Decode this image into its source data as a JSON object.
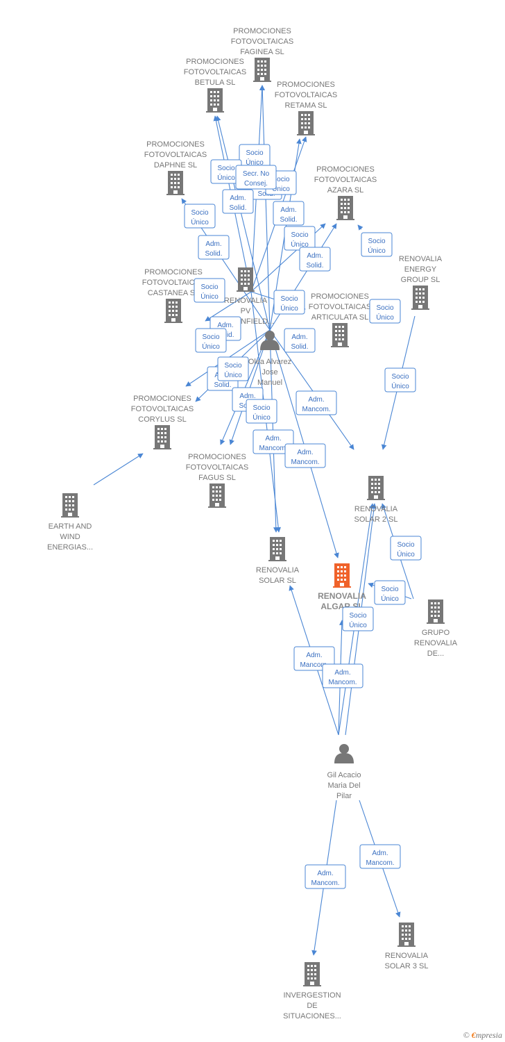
{
  "colors": {
    "edge": "#4a86d4",
    "building": "#777777",
    "building_highlight": "#f0622a",
    "person": "#777777"
  },
  "icons": {
    "company": "building-icon",
    "person": "person-icon"
  },
  "nodes": [
    {
      "id": "faginea",
      "kind": "company",
      "lines": [
        "PROMOCIONES",
        "FOTOVOLTAICAS",
        "FAGINEA SL"
      ]
    },
    {
      "id": "betula",
      "kind": "company",
      "lines": [
        "PROMOCIONES",
        "FOTOVOLTAICAS",
        "BETULA SL"
      ]
    },
    {
      "id": "retama",
      "kind": "company",
      "lines": [
        "PROMOCIONES",
        "FOTOVOLTAICAS",
        "RETAMA SL"
      ]
    },
    {
      "id": "daphne",
      "kind": "company",
      "lines": [
        "PROMOCIONES",
        "FOTOVOLTAICAS",
        "DAPHNE SL"
      ]
    },
    {
      "id": "azara",
      "kind": "company",
      "lines": [
        "PROMOCIONES",
        "FOTOVOLTAICAS",
        "AZARA SL"
      ]
    },
    {
      "id": "pvbrown",
      "kind": "company",
      "lines": [
        "RENOVALIA",
        "PV",
        "BROWNFIELD..."
      ]
    },
    {
      "id": "castanea",
      "kind": "company",
      "lines": [
        "PROMOCIONES",
        "FOTOVOLTAICAS",
        "CASTANEA SL"
      ]
    },
    {
      "id": "articulata",
      "kind": "company",
      "lines": [
        "PROMOCIONES",
        "FOTOVOLTAICAS",
        "ARTICULATA SL"
      ]
    },
    {
      "id": "energy",
      "kind": "company",
      "lines": [
        "RENOVALIA",
        "ENERGY",
        "GROUP  SL"
      ]
    },
    {
      "id": "olea",
      "kind": "person",
      "lines": [
        "Olea Alvarez",
        "Jose",
        "Manuel"
      ]
    },
    {
      "id": "corylus",
      "kind": "company",
      "lines": [
        "PROMOCIONES",
        "FOTOVOLTAICAS",
        "CORYLUS SL"
      ]
    },
    {
      "id": "earth",
      "kind": "company",
      "lines": [
        "EARTH AND",
        "WIND",
        "ENERGIAS..."
      ]
    },
    {
      "id": "fagus",
      "kind": "company",
      "lines": [
        "PROMOCIONES",
        "FOTOVOLTAICAS",
        "FAGUS SL"
      ]
    },
    {
      "id": "solar2",
      "kind": "company",
      "lines": [
        "RENOVALIA",
        "SOLAR 2 SL"
      ]
    },
    {
      "id": "solar",
      "kind": "company",
      "lines": [
        "RENOVALIA",
        "SOLAR SL"
      ]
    },
    {
      "id": "algar",
      "kind": "company",
      "main": true,
      "lines": [
        "RENOVALIA",
        "ALGAR  SL"
      ]
    },
    {
      "id": "grupo",
      "kind": "company",
      "lines": [
        "GRUPO",
        "RENOVALIA",
        "DE..."
      ]
    },
    {
      "id": "gil",
      "kind": "person",
      "lines": [
        "Gil Acacio",
        "Maria Del",
        "Pilar"
      ]
    },
    {
      "id": "solar3",
      "kind": "company",
      "lines": [
        "RENOVALIA",
        "SOLAR 3 SL"
      ]
    },
    {
      "id": "invergestion",
      "kind": "company",
      "lines": [
        "INVERGESTION",
        "DE",
        "SITUACIONES..."
      ]
    }
  ],
  "badges": [
    {
      "lines": [
        "Socio",
        "Único"
      ]
    },
    {
      "lines": [
        "Socio",
        "Único"
      ]
    },
    {
      "lines": [
        "Adm.",
        "Solid."
      ]
    },
    {
      "lines": [
        "Adm.",
        "Solid."
      ]
    },
    {
      "lines": [
        "Socio",
        "Único"
      ]
    },
    {
      "lines": [
        "Adm.",
        "Solid."
      ]
    },
    {
      "lines": [
        "Socio",
        "Único"
      ]
    },
    {
      "lines": [
        "Adm.",
        "Solid."
      ]
    },
    {
      "lines": [
        "Socio",
        "Único"
      ]
    },
    {
      "lines": [
        "Socio",
        "Único"
      ]
    },
    {
      "lines": [
        "Adm.",
        "Solid."
      ]
    },
    {
      "lines": [
        "Socio",
        "Único"
      ]
    },
    {
      "lines": [
        "Socio",
        "Único"
      ]
    },
    {
      "lines": [
        "Socio",
        "Único"
      ]
    },
    {
      "lines": [
        "Adm.",
        "Solid."
      ]
    },
    {
      "lines": [
        "Adm.",
        "Solid."
      ]
    },
    {
      "lines": [
        "Socio",
        "Único"
      ]
    },
    {
      "lines": [
        "Adm.",
        "Solid."
      ]
    },
    {
      "lines": [
        "Socio",
        "Único"
      ]
    },
    {
      "lines": [
        "Adm.",
        "Solid."
      ]
    },
    {
      "lines": [
        "Socio",
        "Único"
      ]
    },
    {
      "lines": [
        "Socio",
        "Único"
      ]
    },
    {
      "lines": [
        "Socio",
        "Único"
      ]
    },
    {
      "lines": [
        "Adm.",
        "Mancom."
      ]
    },
    {
      "lines": [
        "Adm.",
        "Mancom."
      ]
    },
    {
      "lines": [
        "Adm.",
        "Mancom."
      ]
    },
    {
      "lines": [
        "Socio",
        "Único"
      ]
    },
    {
      "lines": [
        "Socio",
        "Único"
      ]
    },
    {
      "lines": [
        "Adm.",
        "Mancom."
      ]
    },
    {
      "lines": [
        "Adm.",
        "Mancom."
      ]
    },
    {
      "lines": [
        "Adm.",
        "Mancom."
      ]
    },
    {
      "lines": [
        "Adm.",
        "Mancom."
      ]
    },
    {
      "lines": [
        "Secr.  No",
        "Consej."
      ]
    }
  ],
  "brand": {
    "copyright": "©",
    "e": "€",
    "rest": "mpresia"
  }
}
